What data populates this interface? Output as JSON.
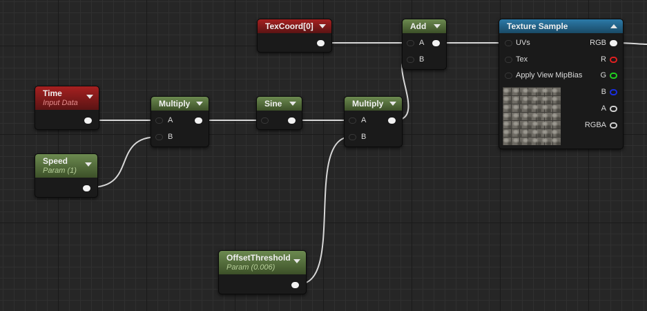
{
  "nodes": {
    "texcoord": {
      "title": "TexCoord[0]"
    },
    "add": {
      "title": "Add",
      "pin_a": "A",
      "pin_b": "B"
    },
    "texture_sample": {
      "title": "Texture Sample",
      "inputs": [
        "UVs",
        "Tex",
        "Apply View MipBias"
      ],
      "outputs": [
        "RGB",
        "R",
        "G",
        "B",
        "A",
        "RGBA"
      ]
    },
    "time": {
      "title": "Time",
      "subtitle": "Input Data"
    },
    "multiply1": {
      "title": "Multiply",
      "pin_a": "A",
      "pin_b": "B"
    },
    "sine": {
      "title": "Sine"
    },
    "multiply2": {
      "title": "Multiply",
      "pin_a": "A",
      "pin_b": "B"
    },
    "speed": {
      "title": "Speed",
      "subtitle": "Param (1)"
    },
    "offset_threshold": {
      "title": "OffsetThreshold",
      "subtitle": "Param (0.006)"
    }
  },
  "colors": {
    "input_data_header": "#a62020",
    "param_header": "#6c8a50",
    "texture_header": "#2c7aa8",
    "wire": "#d0d0d0",
    "pin_r": "#e02020",
    "pin_g": "#20d020",
    "pin_b": "#1a2ee0"
  },
  "icons": {
    "node_collapse": "chevron-down-icon",
    "node_expand": "chevron-up-icon",
    "texture_preview": "cobblestone-texture-thumbnail"
  }
}
